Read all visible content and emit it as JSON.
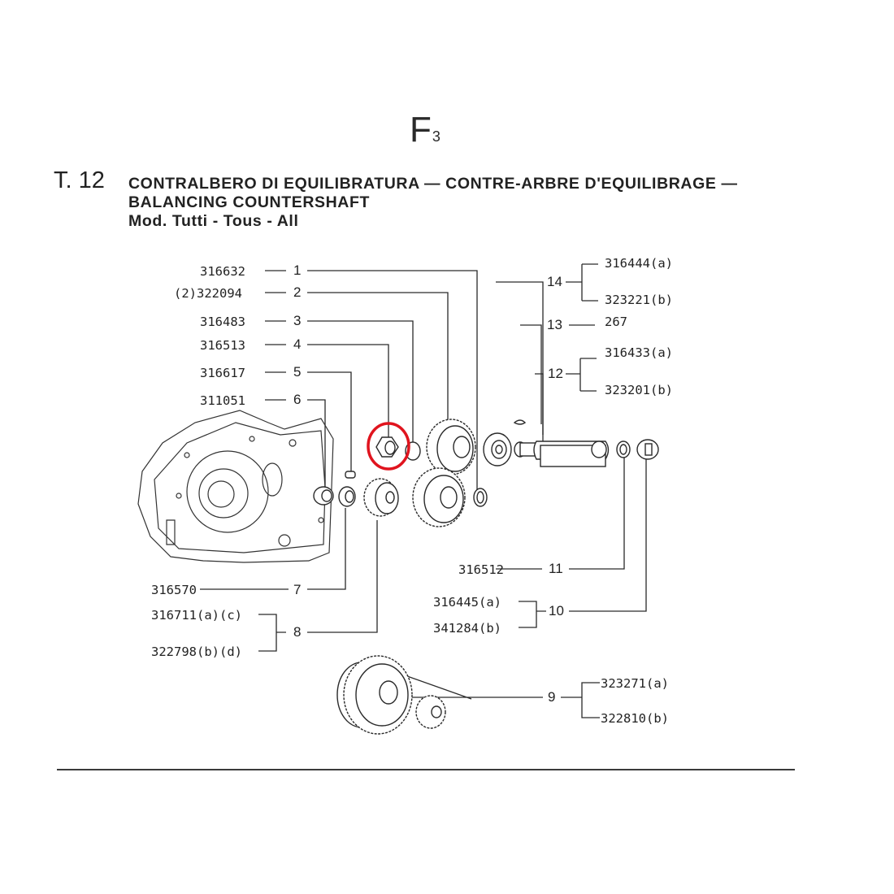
{
  "page_mark": {
    "letter": "F",
    "index": "3"
  },
  "table_no": "T. 12",
  "title": {
    "line1": "CONTRALBERO DI EQUILIBRATURA — CONTRE-ARBRE D'EQUILIBRAGE —",
    "line2": "BALANCING COUNTERSHAFT",
    "line3": "Mod. Tutti - Tous - All"
  },
  "parts": [
    {
      "ref": "1",
      "codes": [
        "316632"
      ]
    },
    {
      "ref": "2",
      "codes": [
        "(2)322094"
      ]
    },
    {
      "ref": "3",
      "codes": [
        "316483"
      ]
    },
    {
      "ref": "4",
      "codes": [
        "316513"
      ],
      "highlighted": true
    },
    {
      "ref": "5",
      "codes": [
        "316617"
      ]
    },
    {
      "ref": "6",
      "codes": [
        "311051"
      ]
    },
    {
      "ref": "7",
      "codes": [
        "316570"
      ]
    },
    {
      "ref": "8",
      "codes": [
        "316711(a)(c)",
        "322798(b)(d)"
      ]
    },
    {
      "ref": "9",
      "codes": [
        "323271(a)",
        "322810(b)"
      ]
    },
    {
      "ref": "10",
      "codes": [
        "316445(a)",
        "341284(b)"
      ]
    },
    {
      "ref": "11",
      "codes": [
        "316512"
      ]
    },
    {
      "ref": "12",
      "codes": [
        "316433(a)",
        "323201(b)"
      ]
    },
    {
      "ref": "13",
      "codes": [
        "267"
      ]
    },
    {
      "ref": "14",
      "codes": [
        "316444(a)",
        "323221(b)"
      ]
    }
  ],
  "highlight_color": "#e0141e"
}
